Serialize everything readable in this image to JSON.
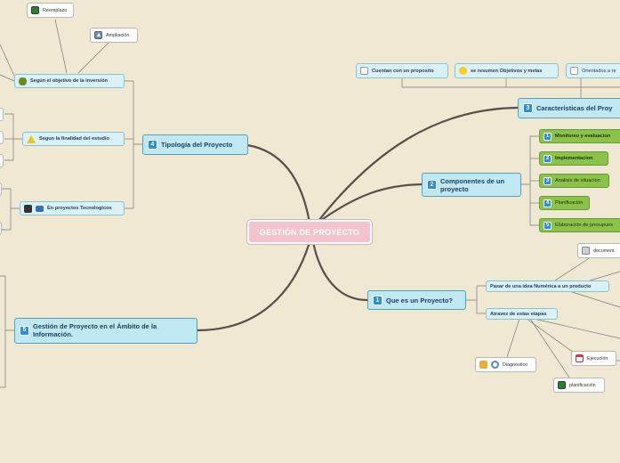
{
  "root": {
    "label": "GESTIÓN DE PROYECTO"
  },
  "branches": {
    "tipologia": {
      "number": "4",
      "label": "Tipología del Proyecto"
    },
    "ambito": {
      "number": "5",
      "label": "Gestión de Proyecto en el Ámbito de la Información."
    },
    "caracteristicas": {
      "number": "3",
      "label": "Características del Proy"
    },
    "componentes": {
      "number": "2",
      "label": "Componentes de un proyecto"
    },
    "quees": {
      "number": "1",
      "label": "Que es un Proyecto?"
    }
  },
  "tipologia_children": {
    "inversion": {
      "icon": "money-bag-icon",
      "label": "Según el objetivo de la inversión"
    },
    "finalidad": {
      "icon": "warning-icon",
      "label": "Segun la finalidad del estudio"
    },
    "tecnologicos": {
      "icon": "devices-icon",
      "label": "En proyectos Tecnologicos"
    }
  },
  "inversion_children": {
    "reemplazo": {
      "icon": "book-icon",
      "label": "Reemplazo"
    },
    "ampliacion": {
      "icon": "upload-icon",
      "label": "Ampliación"
    }
  },
  "caracteristicas_children": {
    "proposito": {
      "icon": "chart-icon",
      "label": "Cuentan con un proposito"
    },
    "objetivos": {
      "icon": "lightbulb-icon",
      "label": "se resumen Objetivos y metas"
    },
    "orientados": {
      "icon": "bar-chart-icon",
      "label": "Orientados a re"
    }
  },
  "componentes_children": [
    {
      "number": "1",
      "label": "Monitoreo y evaluacion",
      "bold": true
    },
    {
      "number": "2",
      "label": "Implementacion",
      "bold": true
    },
    {
      "number": "3",
      "label": "Analisis de situacion",
      "bold": false
    },
    {
      "number": "4",
      "label": "Planificación",
      "bold": false
    },
    {
      "number": "5",
      "label": "Elaboración de presupues",
      "bold": false
    }
  ],
  "quees_children": {
    "pasar": {
      "label": "Pasar de una idea Numérica a un producto"
    },
    "atraves": {
      "label": "Atravez de estas etapas"
    }
  },
  "pasar_children": {
    "documentos": {
      "icon": "printer-icon",
      "label": "document"
    }
  },
  "etapas_children": {
    "diagnostico": {
      "icon": "magnifier-icon",
      "label": "Diagnostico"
    },
    "ejecucion": {
      "icon": "calendar-icon",
      "label": "Ejecución"
    },
    "planificacion": {
      "icon": "book-icon",
      "label": "planificación"
    }
  },
  "colors": {
    "background": "#efe8d3",
    "connector": "#5a5048",
    "root_fill": "#f4c3cd",
    "branch_fill": "#bfe8f2",
    "number_badge": "#2a8fd8",
    "green_fill": "#8bc34a"
  }
}
